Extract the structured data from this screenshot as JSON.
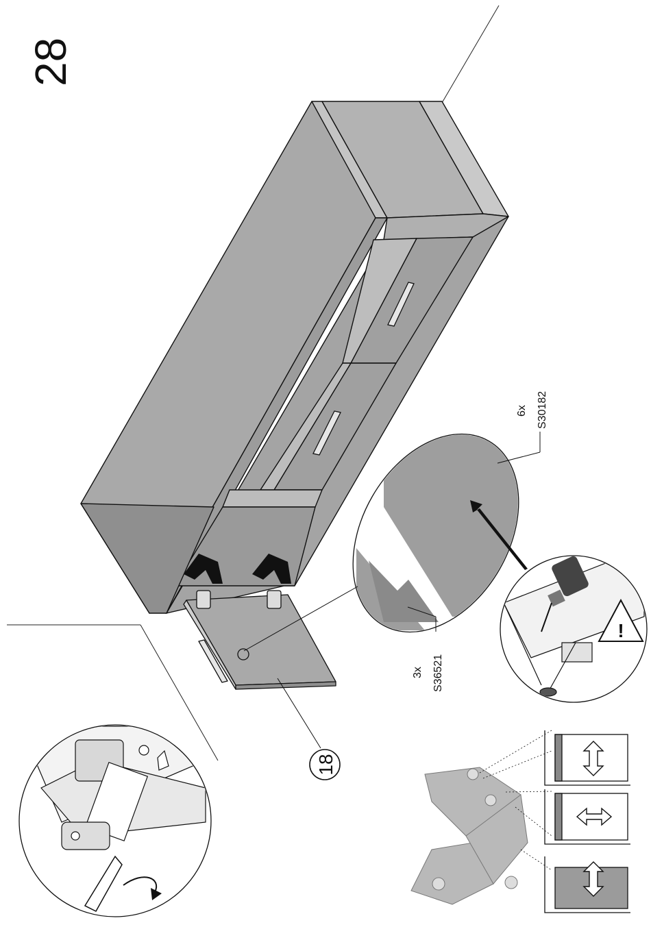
{
  "step": {
    "number": "28"
  },
  "parts": [
    {
      "id": "board",
      "label": "18"
    }
  ],
  "hardware": [
    {
      "id": "hinge",
      "qty": "3x",
      "code": "S36521"
    },
    {
      "id": "screw",
      "qty": "6x",
      "code": "S30182"
    }
  ],
  "icons": [
    "warning-icon",
    "drill-icon",
    "screwdriver-icon",
    "arrow-up-down-icon",
    "arrow-left-right-icon"
  ],
  "colors": {
    "panel": "#a9a9a9",
    "panel_dark": "#8f8f8f",
    "panel_light": "#c4c4c4",
    "line": "#111111"
  }
}
